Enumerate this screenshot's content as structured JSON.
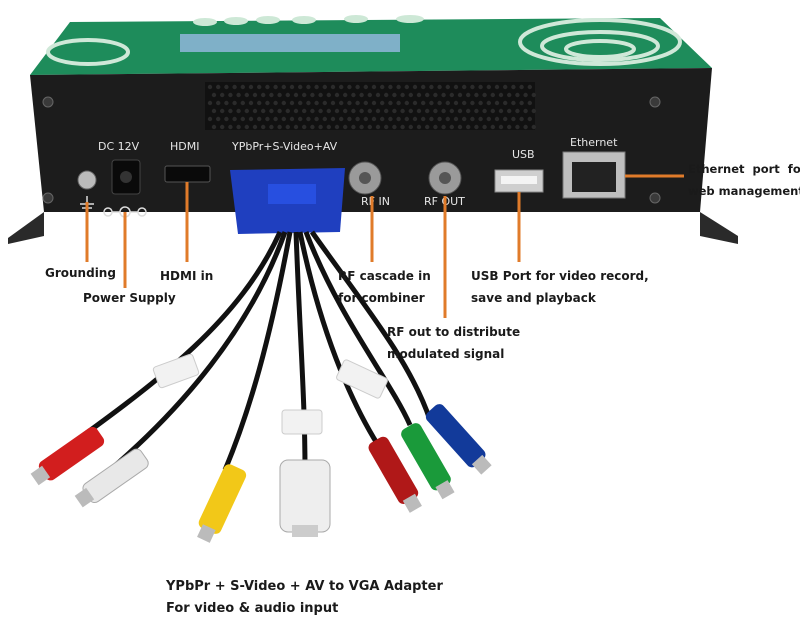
{
  "panel": {
    "dc": "DC 12V",
    "hdmi": "HDMI",
    "ypbpr": "YPbPr+S-Video+AV",
    "rf_in": "RF IN",
    "rf_out": "RF OUT",
    "usb": "USB",
    "ethernet": "Ethernet"
  },
  "annotations": {
    "grounding": "Grounding",
    "power": "Power Supply",
    "hdmi_in": "HDMI in",
    "rf_cascade": [
      "RF cascade in",
      "for combiner"
    ],
    "rf_out": [
      "RF out to distribute",
      "modulated signal"
    ],
    "usb": [
      "USB Port for video record,",
      "save and playback"
    ],
    "ethernet": [
      "Ethernet  port  for",
      "web management"
    ],
    "adapter": [
      "YPbPr + S-Video + AV to VGA Adapter",
      "For video & audio input"
    ]
  },
  "colors": {
    "leader_line": "#e07b2a",
    "device_body": "#1c1c1c",
    "device_top": "#1f8a5a",
    "vga_connector": "#1f3fbf"
  }
}
